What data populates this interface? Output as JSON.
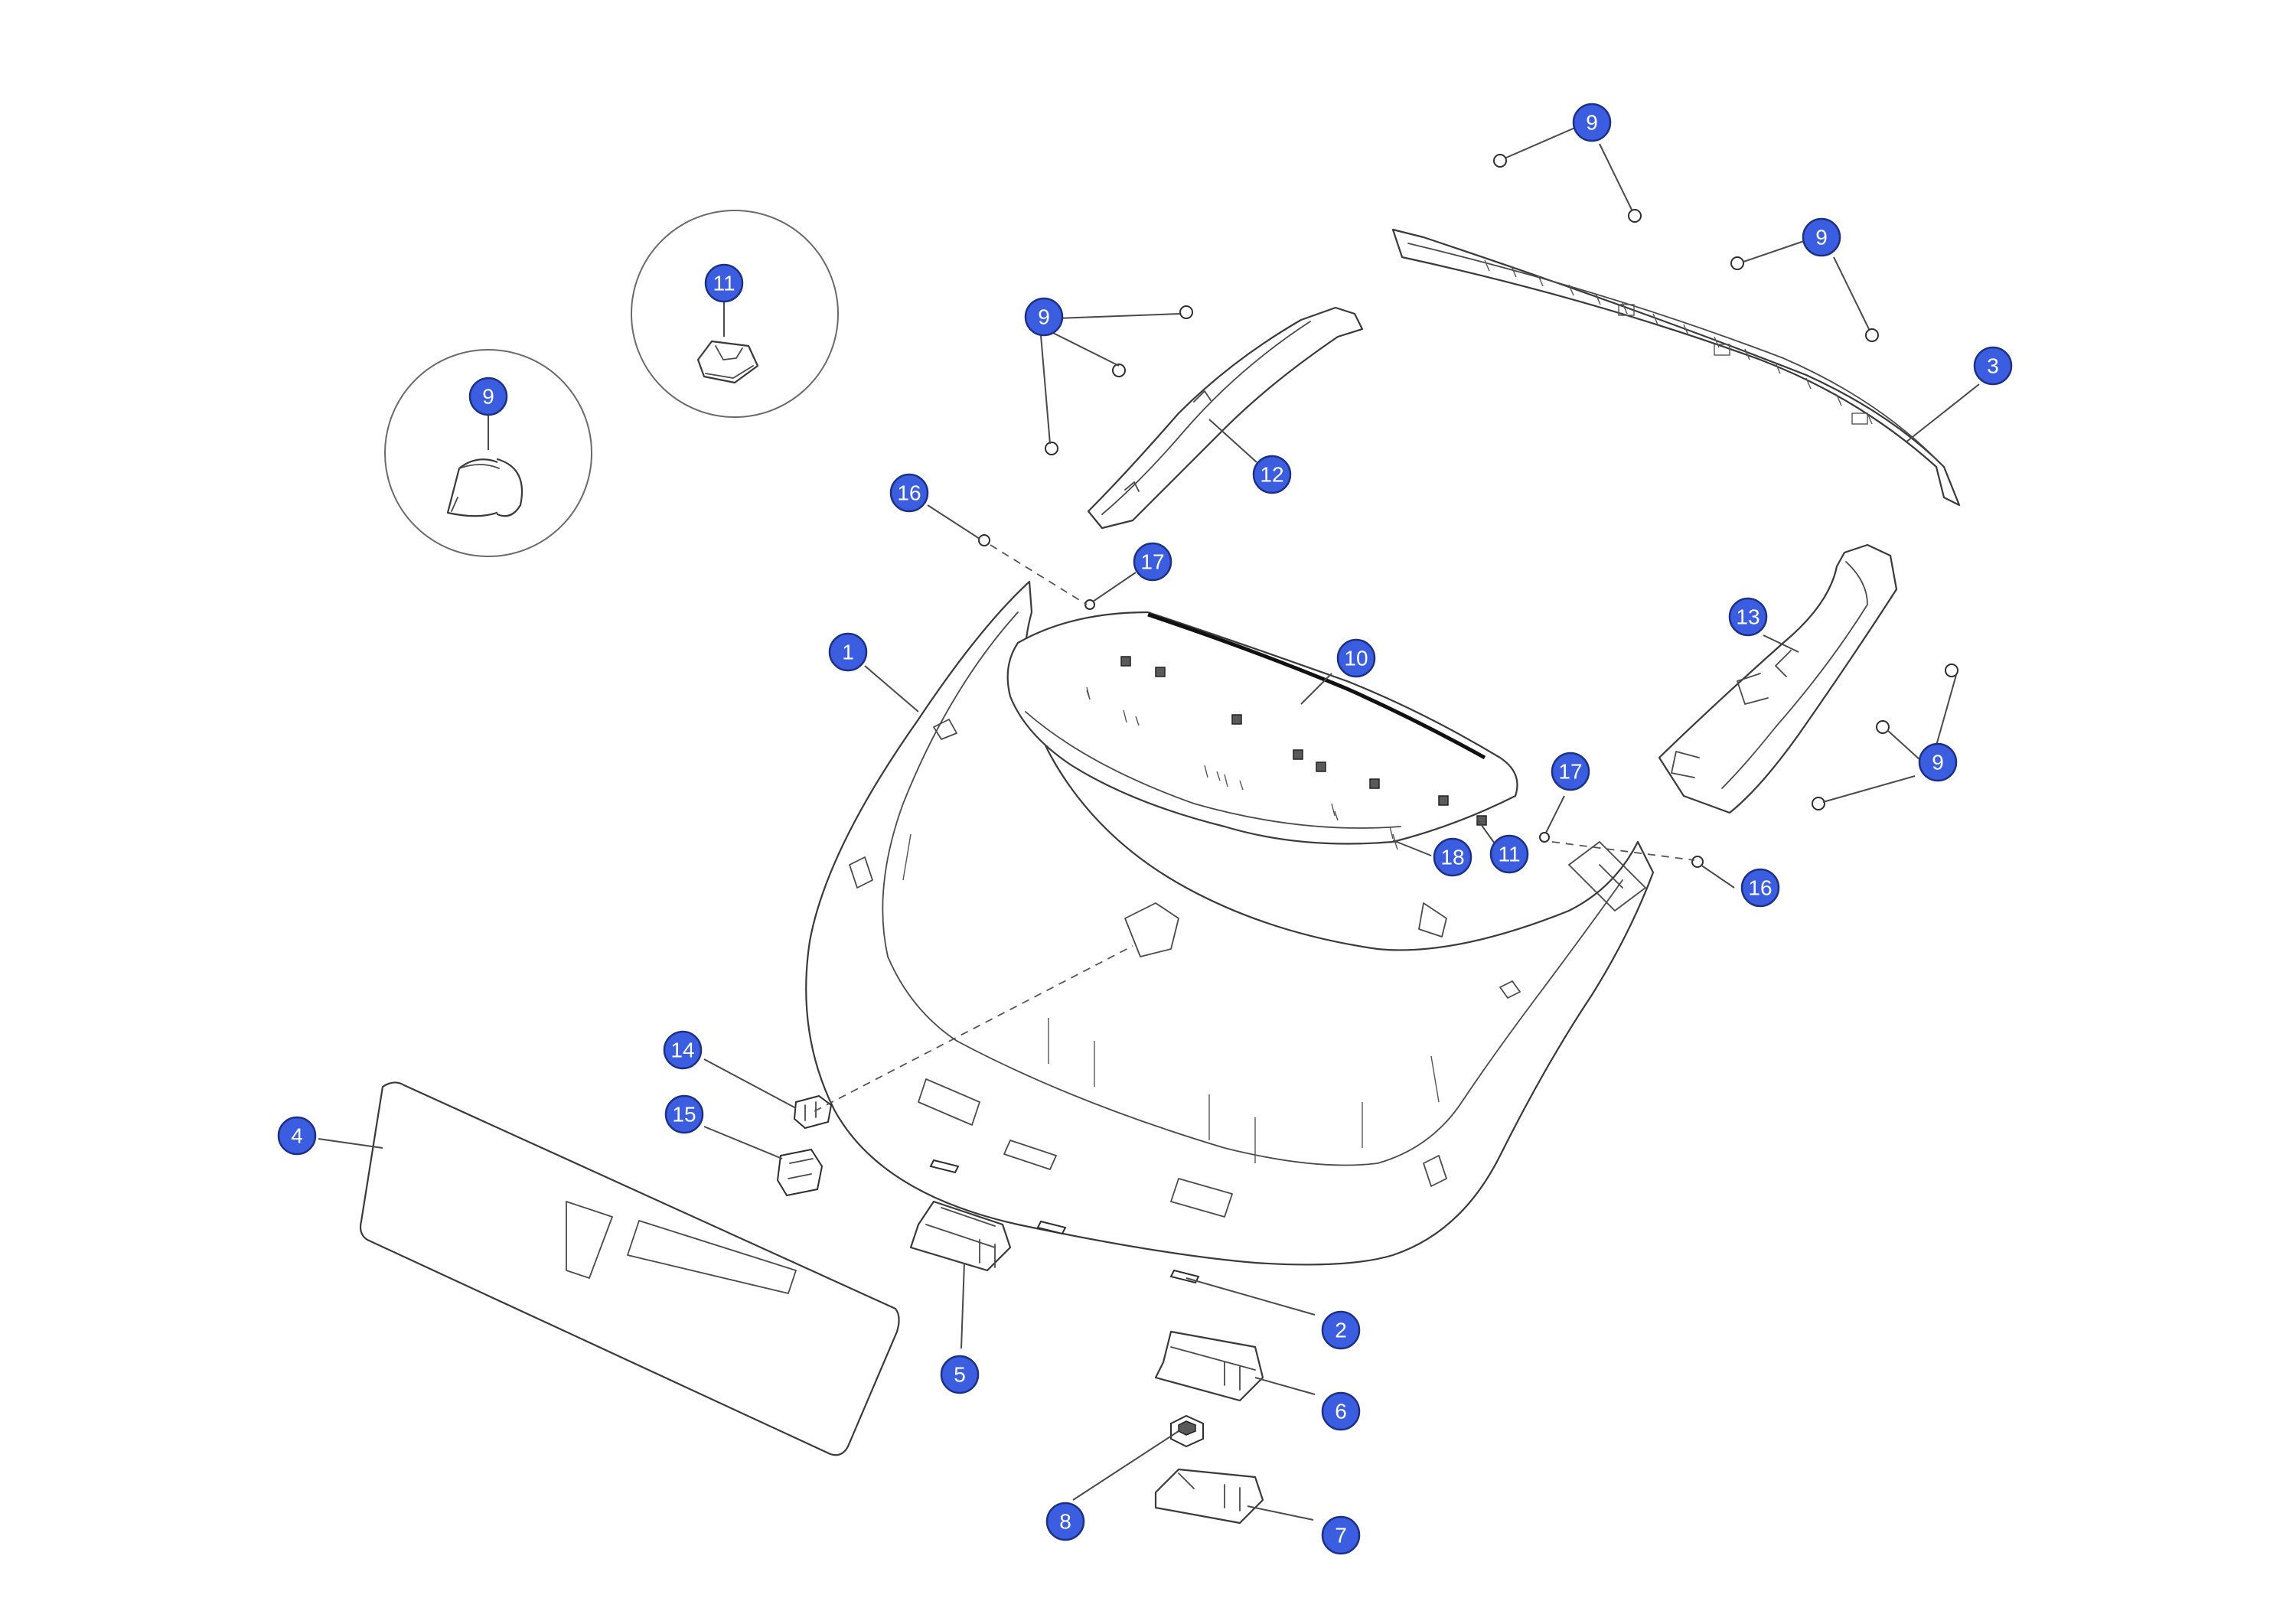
{
  "colors": {
    "callout_fill": "#3b5ee0",
    "callout_stroke": "#1c2f8a",
    "callout_text": "#ffffff",
    "line_art": "#3a3a3a",
    "background": "#ffffff"
  },
  "insets": [
    {
      "id": "inset-clip-9",
      "label": "9"
    },
    {
      "id": "inset-clip-11",
      "label": "11"
    }
  ],
  "callouts": [
    {
      "id": "c9a",
      "label": "9"
    },
    {
      "id": "c9b",
      "label": "9"
    },
    {
      "id": "c9c",
      "label": "9"
    },
    {
      "id": "c9d",
      "label": "9"
    },
    {
      "id": "c3",
      "label": "3"
    },
    {
      "id": "c12",
      "label": "12"
    },
    {
      "id": "c16a",
      "label": "16"
    },
    {
      "id": "c17a",
      "label": "17"
    },
    {
      "id": "c1",
      "label": "1"
    },
    {
      "id": "c10",
      "label": "10"
    },
    {
      "id": "c13",
      "label": "13"
    },
    {
      "id": "c17b",
      "label": "17"
    },
    {
      "id": "c18",
      "label": "18"
    },
    {
      "id": "c11",
      "label": "11"
    },
    {
      "id": "c16b",
      "label": "16"
    },
    {
      "id": "c9e",
      "label": "9"
    },
    {
      "id": "c14",
      "label": "14"
    },
    {
      "id": "c15",
      "label": "15"
    },
    {
      "id": "c4",
      "label": "4"
    },
    {
      "id": "c2",
      "label": "2"
    },
    {
      "id": "c5",
      "label": "5"
    },
    {
      "id": "c6",
      "label": "6"
    },
    {
      "id": "c8",
      "label": "8"
    },
    {
      "id": "c7",
      "label": "7"
    }
  ]
}
